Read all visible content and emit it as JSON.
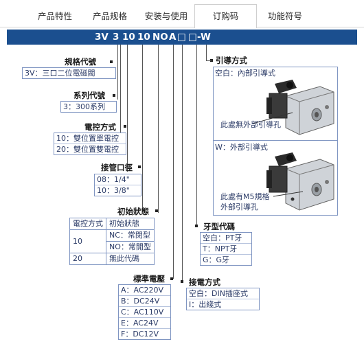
{
  "tabs": [
    {
      "label": "产品特性",
      "active": false
    },
    {
      "label": "产品规格",
      "active": false
    },
    {
      "label": "安装与使用",
      "active": false
    },
    {
      "label": "订购码",
      "active": true
    },
    {
      "label": "功能符号",
      "active": false
    }
  ],
  "code": {
    "parts": [
      "3V",
      "3",
      "10",
      "10",
      "NO",
      "A",
      "□",
      "□",
      "-W"
    ]
  },
  "spec": {
    "title": "規格代號",
    "rows": [
      "3V：三口二位電磁閥"
    ]
  },
  "series": {
    "title": "系列代號",
    "rows": [
      "3：300系列"
    ]
  },
  "control": {
    "title": "電控方式",
    "rows": [
      "10：雙位置單電控",
      "20：雙位置雙電控"
    ]
  },
  "port": {
    "title": "接管口徑",
    "rows": [
      "08：1/4\"",
      "10：3/8\""
    ]
  },
  "initial": {
    "title": "初始狀態",
    "header": [
      "電控方式",
      "初始狀態"
    ],
    "group_label": "10",
    "group_rows": [
      "NC：常閉型",
      "NO：常開型"
    ],
    "last_label": "20",
    "last_value": "無此代碼"
  },
  "voltage": {
    "title": "標準電壓",
    "rows": [
      "A：AC220V",
      "B：DC24V",
      "C：AC110V",
      "E：AC24V",
      "F：DC12V"
    ]
  },
  "connection": {
    "title": "接電方式",
    "rows": [
      "空白：DIN插座式",
      "I：出綫式"
    ]
  },
  "thread": {
    "title": "牙型代碼",
    "rows": [
      "空白：PT牙",
      "T：NPT牙",
      "G：G牙"
    ]
  },
  "pilot": {
    "title": "引導方式",
    "internal": {
      "label": "空白：內部引導式",
      "note": "此處無外部引導孔"
    },
    "external": {
      "label": "W：外部引導式",
      "note1": "此處有M5規格",
      "note2": "外部引導孔"
    }
  }
}
